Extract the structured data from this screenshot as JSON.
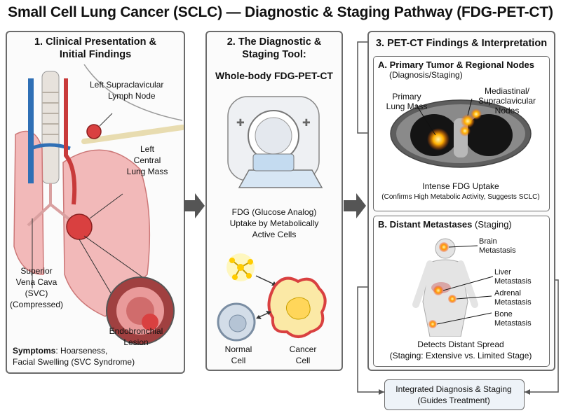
{
  "title": "Small Cell Lung Cancer (SCLC) — Diagnostic & Staging Pathway (FDG-PET-CT)",
  "panel1": {
    "heading_line1": "1. Clinical Presentation &",
    "heading_line2": "Initial Findings",
    "labels": {
      "supraclavicular_1": "Left Supraclavicular",
      "supraclavicular_2": "Lymph Node",
      "mass_1": "Left",
      "mass_2": "Central",
      "mass_3": "Lung Mass",
      "svc_1": "Superior",
      "svc_2": "Vena Cava",
      "svc_3": "(SVC)",
      "svc_4": "(Compressed)",
      "endo_1": "Endobronchial",
      "endo_2": "Lesion"
    },
    "symptoms_label": "Symptoms",
    "symptoms_line1": ": Hoarseness,",
    "symptoms_line2": "Facial Swelling (SVC Syndrome)"
  },
  "panel2": {
    "heading_line1": "2. The Diagnostic &",
    "heading_line2": "Staging Tool:",
    "tool_name": "Whole-body FDG-PET-CT",
    "fdg_1": "FDG (Glucose Analog)",
    "fdg_2": "Uptake by Metabolically",
    "fdg_3": "Active Cells",
    "normal_1": "Normal",
    "normal_2": "Cell",
    "cancer_1": "Cancer",
    "cancer_2": "Cell"
  },
  "panel3": {
    "heading": "3. PET-CT Findings & Interpretation",
    "subA": {
      "heading_bold": "A. Primary Tumor & Regional Nodes",
      "heading_sub": "(Diagnosis/Staging)",
      "primary_1": "Primary",
      "primary_2": "Lung Mass",
      "nodes_1": "Mediastinal/",
      "nodes_2": "Supraclavicular",
      "nodes_3": "Nodes",
      "uptake": "Intense FDG Uptake",
      "confirms": "(Confirms High Metabolic Activity, Suggests SCLC)"
    },
    "subB": {
      "heading_bold": "B. Distant Metastases",
      "heading_rest": " (Staging)",
      "brain_1": "Brain",
      "brain_2": "Metastasis",
      "liver_1": "Liver",
      "liver_2": "Metastasis",
      "adrenal_1": "Adrenal",
      "adrenal_2": "Metastasis",
      "bone_1": "Bone",
      "bone_2": "Metastasis",
      "detects": "Detects Distant Spread",
      "staging": "(Staging: Extensive vs. Limited Stage)"
    }
  },
  "final": {
    "line1": "Integrated Diagnosis & Staging",
    "line2": "(Guides Treatment)"
  },
  "colors": {
    "border": "#6b6b6b",
    "tumor": "#d94040",
    "lung": "#f2b9b9",
    "vessel_blue": "#2f6fb5",
    "uptake": "#ffb000",
    "arrow": "#555555"
  }
}
